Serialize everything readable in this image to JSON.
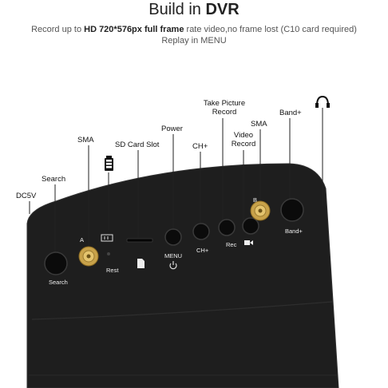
{
  "header": {
    "title_prefix": "Build in ",
    "title_bold": "DVR",
    "line1_pre": "Record up to ",
    "line1_bold": "HD 720*576px full frame",
    "line1_post": " rate video,no frame lost (C10 card required)",
    "line2": "Replay in MENU"
  },
  "callouts": {
    "dc5v": "DC5V",
    "search": "Search",
    "sma_a": "SMA",
    "sd_card_slot": "SD Card Slot",
    "power": "Power",
    "ch_plus": "CH+",
    "take_picture_1": "Take Picture",
    "take_picture_2": "Record",
    "video_record_1": "Video",
    "video_record_2": "Record",
    "sma_b": "SMA",
    "band_plus": "Band+"
  },
  "device_labels": {
    "a": "A",
    "b": "B",
    "search": "Search",
    "rest": "Rest",
    "menu": "MENU",
    "ch_plus": "CH+",
    "rec": "Rec",
    "band_plus": "Band+"
  },
  "icons": [
    "battery-icon",
    "headphone-icon",
    "sd-card-icon",
    "power-icon",
    "camera-icon"
  ],
  "colors": {
    "device_body": "#1e1e1e",
    "device_edge": "#333333",
    "sma_gold": "#c8a24a"
  }
}
